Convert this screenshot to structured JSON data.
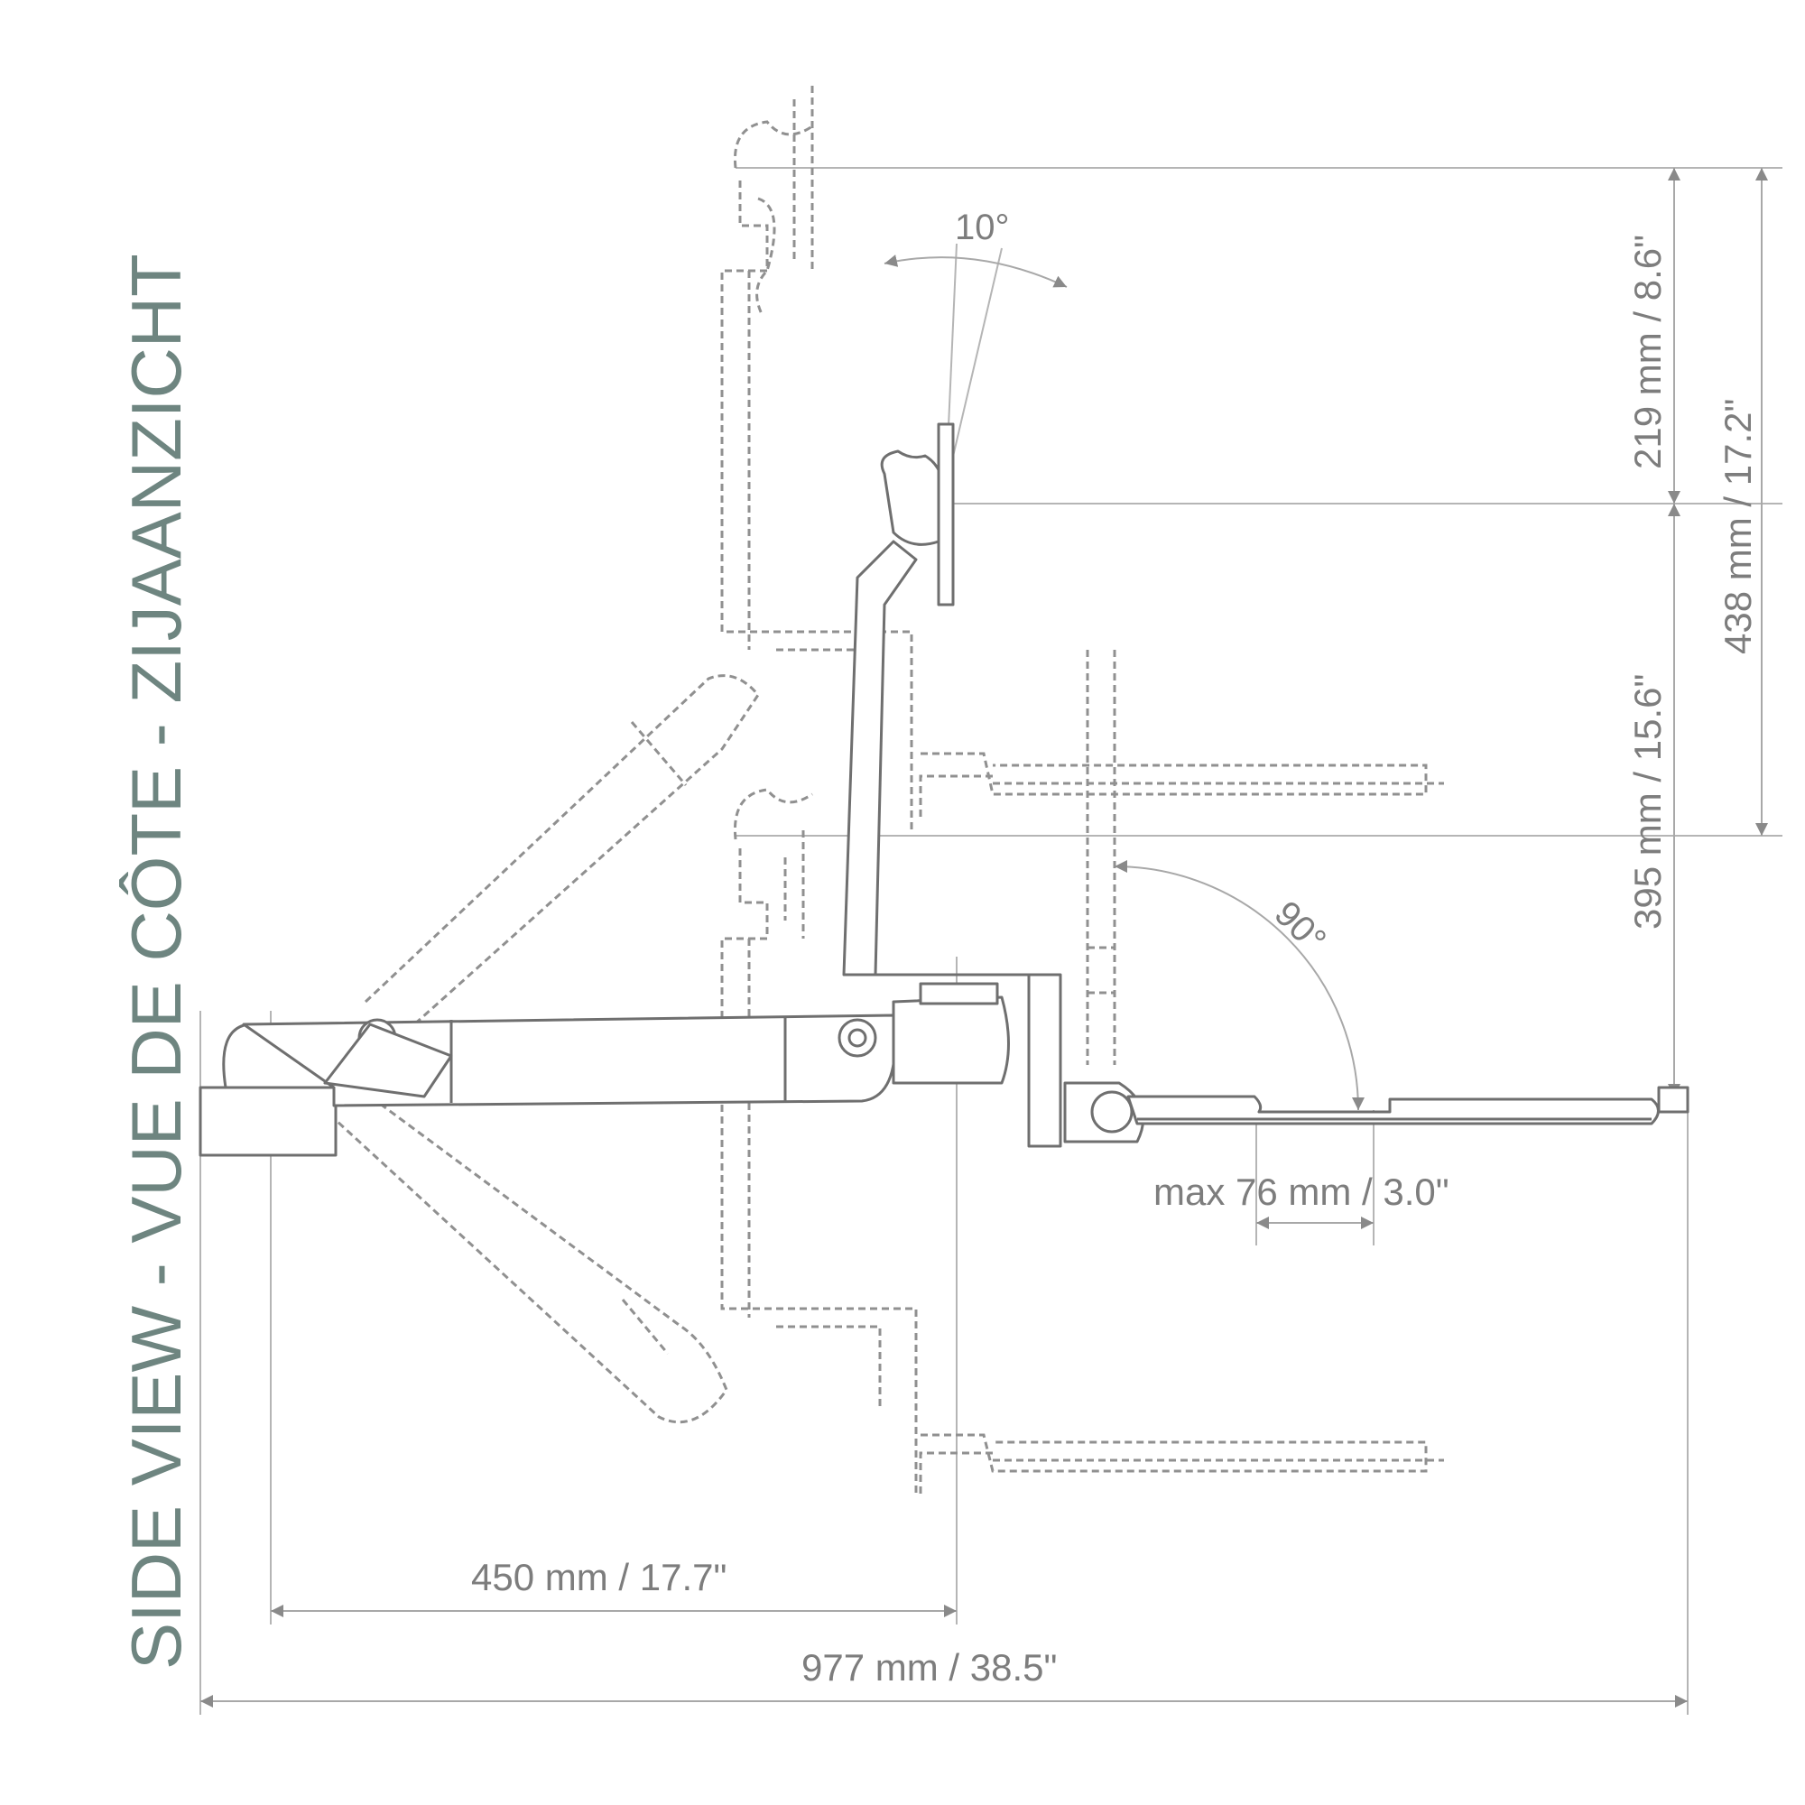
{
  "title": "SIDE VIEW - VUE DE CÔTE - ZIJAANZICHT",
  "dimensions": {
    "tilt_angle": "10°",
    "height_top": "219 mm / 8.6\"",
    "height_total": "438 mm / 17.2\"",
    "height_lower": "395 mm / 15.6\"",
    "right_angle": "90°",
    "max_offset": "max 76 mm / 3.0\"",
    "arm_length": "450 mm / 17.7\"",
    "total_width": "977 mm / 38.5\""
  },
  "colors": {
    "title": "#6e8580",
    "line": "#6f6f6f",
    "dimension": "#a8a8a8"
  }
}
